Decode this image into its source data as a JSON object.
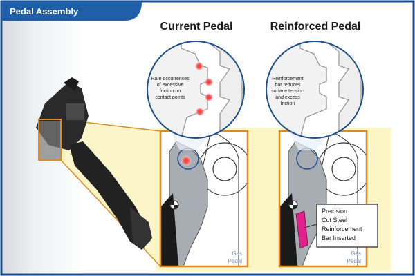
{
  "header": {
    "title": "Pedal Assembly"
  },
  "panels": {
    "current": {
      "title": "Current Pedal",
      "callout": [
        "Rare occurrences",
        "of excessive",
        "friction on",
        "contact points"
      ],
      "corner_label": [
        "Gas",
        "Pedal"
      ]
    },
    "reinforced": {
      "title": "Reinforced Pedal",
      "callout": [
        "Reinforcement",
        "bar reduces",
        "surface tension",
        "and excess",
        "friction"
      ],
      "corner_label": [
        "Gas",
        "Pedal"
      ],
      "bar_label": [
        "Precision",
        "Cut Steel",
        "Reinforcement",
        "Bar Inserted"
      ]
    }
  },
  "colors": {
    "header_blue": "#1f5fa8",
    "frame_blue": "#1b4f91",
    "orange": "#e08a1e",
    "yellow_band": "#fbf6c4",
    "friction_red": "#e63838",
    "bar_magenta": "#e0208c",
    "part_gray": "#a8adb3"
  }
}
